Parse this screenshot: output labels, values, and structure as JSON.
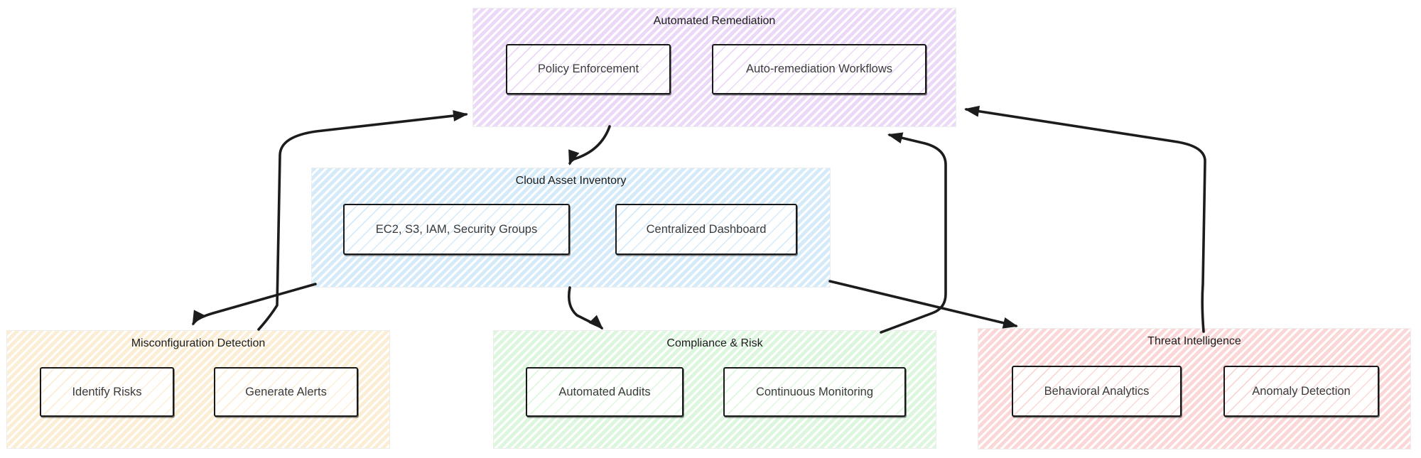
{
  "diagram": {
    "groups": [
      {
        "id": "automated-remediation",
        "label": "Automated Remediation",
        "color": "#ecd9f8",
        "children": [
          {
            "label": "Policy Enforcement"
          },
          {
            "label": "Auto-remediation Workflows"
          }
        ]
      },
      {
        "id": "cloud-asset-inventory",
        "label": "Cloud Asset Inventory",
        "color": "#d6ebfa",
        "children": [
          {
            "label": "EC2, S3, IAM, Security Groups"
          },
          {
            "label": "Centralized Dashboard"
          }
        ]
      },
      {
        "id": "misconfiguration-detection",
        "label": "Misconfiguration Detection",
        "color": "#fcedd5",
        "children": [
          {
            "label": "Identify Risks"
          },
          {
            "label": "Generate Alerts"
          }
        ]
      },
      {
        "id": "compliance-risk",
        "label": "Compliance & Risk",
        "color": "#dcf7de",
        "children": [
          {
            "label": "Automated Audits"
          },
          {
            "label": "Continuous Monitoring"
          }
        ]
      },
      {
        "id": "threat-intelligence",
        "label": "Threat Intelligence",
        "color": "#fbd7d7",
        "children": [
          {
            "label": "Behavioral Analytics"
          },
          {
            "label": "Anomaly Detection"
          }
        ]
      }
    ],
    "edges": [
      {
        "from": "automated-remediation",
        "to": "cloud-asset-inventory"
      },
      {
        "from": "cloud-asset-inventory",
        "to": "misconfiguration-detection"
      },
      {
        "from": "misconfiguration-detection",
        "to": "automated-remediation"
      },
      {
        "from": "cloud-asset-inventory",
        "to": "compliance-risk"
      },
      {
        "from": "cloud-asset-inventory",
        "to": "threat-intelligence"
      },
      {
        "from": "compliance-risk",
        "to": "automated-remediation"
      },
      {
        "from": "threat-intelligence",
        "to": "automated-remediation"
      }
    ],
    "edge_color": "#1c1c1c",
    "node_border_color": "#191919"
  }
}
